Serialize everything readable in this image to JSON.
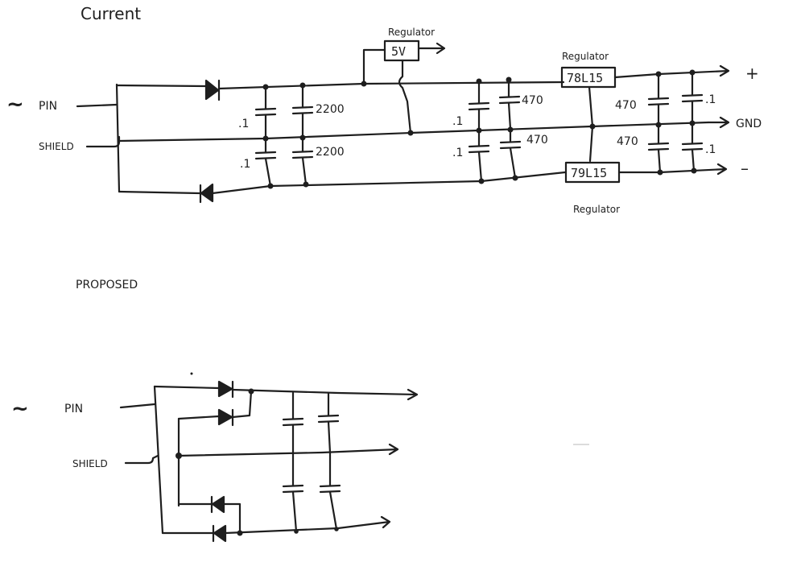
{
  "current": {
    "title": "Current",
    "pin_label": "PIN",
    "shield_label": "SHIELD",
    "ac_symbol": "~",
    "regulator_5v": {
      "label": "Regulator",
      "value": "5V"
    },
    "regulator_pos": {
      "label": "Regulator",
      "value": "78L15"
    },
    "regulator_neg": {
      "label": "Regulator",
      "value": "79L15"
    },
    "cap_small_1": ".1",
    "cap_small_2": ".1",
    "cap_small_3": ".1",
    "cap_small_4": ".1",
    "cap_small_5": ".1",
    "cap_small_6": ".1",
    "cap_bulk_1": "2200",
    "cap_bulk_2": "2200",
    "cap_mid_1": "470",
    "cap_mid_2": "470",
    "cap_out_1": "470",
    "cap_out_2": "470",
    "out_plus": "+",
    "out_gnd": "GND",
    "out_minus": "–"
  },
  "proposed": {
    "title": "PROPOSED",
    "pin_label": "PIN",
    "shield_label": "SHIELD",
    "ac_symbol": "~"
  }
}
